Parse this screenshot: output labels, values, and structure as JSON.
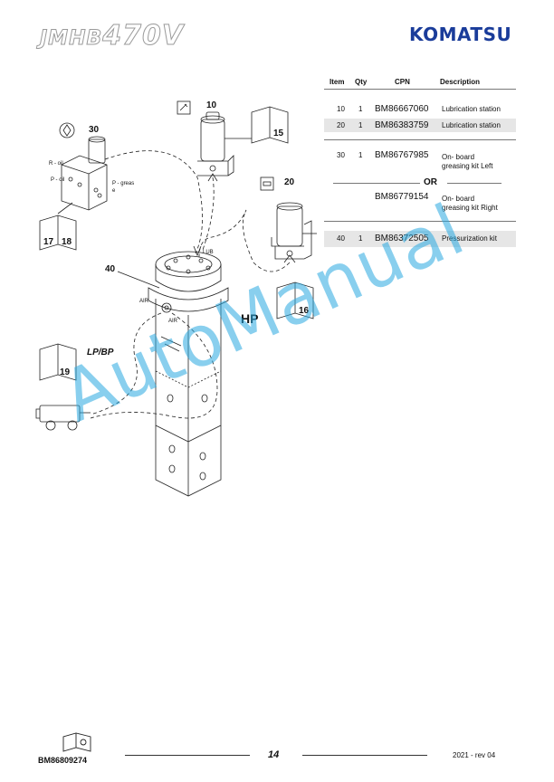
{
  "header": {
    "model_prefix": "JMHB",
    "model_suffix": "470V",
    "brand": "KOMATSU"
  },
  "table": {
    "headers": [
      "Item",
      "Qty",
      "CPN",
      "Description"
    ],
    "rows": [
      {
        "item": "10",
        "qty": "1",
        "cpn": "BM86667060",
        "desc": "Lubrication station",
        "desc2": "",
        "shaded": false
      },
      {
        "item": "20",
        "qty": "1",
        "cpn": "BM86383759",
        "desc": "Lubrication station",
        "desc2": "",
        "shaded": true
      },
      {
        "item": "30",
        "qty": "1",
        "cpn": "BM86767985",
        "desc": "On- board",
        "desc2": "greasing kit Left",
        "shaded": false
      },
      {
        "item": "",
        "qty": "",
        "cpn": "BM86779154",
        "desc": "On- board",
        "desc2": "greasing kit Right",
        "shaded": false
      },
      {
        "item": "40",
        "qty": "1",
        "cpn": "BM86372505",
        "desc": "Pressurization kit",
        "desc2": "",
        "shaded": true
      }
    ],
    "or_label": "OR"
  },
  "diagram": {
    "callouts": {
      "c10": "10",
      "c20": "20",
      "c30": "30",
      "c40": "40",
      "ref15": "15",
      "ref16": "16",
      "ref17": "17",
      "ref18": "18",
      "ref19": "19"
    },
    "labels": {
      "r_oil": "R - oil",
      "p_oil": "P - oil",
      "p_grease": "P - greas",
      "p_grease_e": "e",
      "lub": "LUB",
      "air1": "AIR",
      "air2": "AIR",
      "hp": "HP",
      "lpbp": "LP/BP"
    }
  },
  "watermark": "AutoManual",
  "footer": {
    "doc_code": "BM86809274",
    "page": "14",
    "revision": "2021 -  rev 04"
  }
}
